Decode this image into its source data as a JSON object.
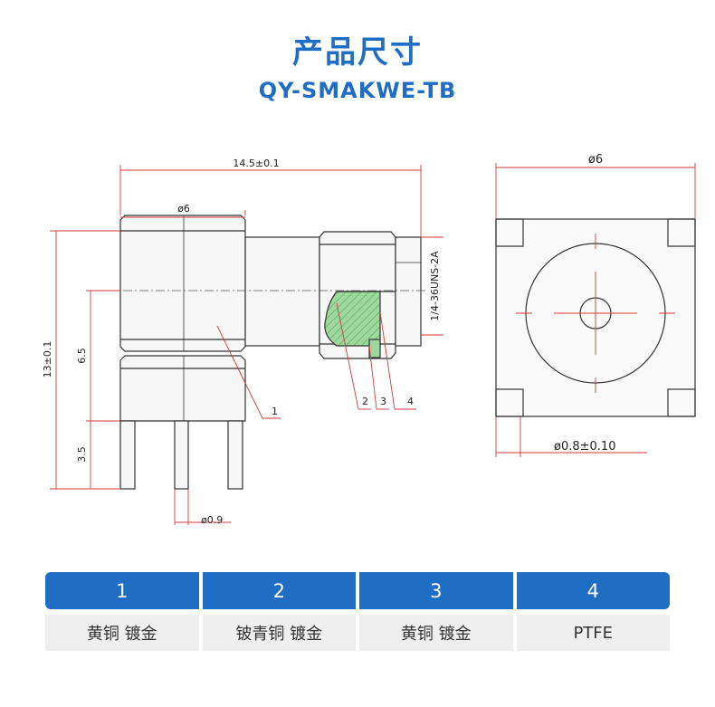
{
  "header": {
    "title": "产品尺寸",
    "model": "QY-SMAKWE-TB"
  },
  "drawing": {
    "side_view": {
      "dim_length": "14.5±0.1",
      "dim_body_diameter": "ø6",
      "dim_height": "13±0.1",
      "dim_center_height": "6.5",
      "dim_pin_length": "3.5",
      "dim_pin_diameter": "ø0.9",
      "thread_spec": "1/4-36UNS-2A",
      "callouts": [
        "1",
        "2",
        "3",
        "4"
      ]
    },
    "bottom_view": {
      "dim_width": "ø6",
      "dim_pin_diameter": "ø0.8±0.10"
    }
  },
  "materials": {
    "headers": [
      "1",
      "2",
      "3",
      "4"
    ],
    "values": [
      "黄铜 镀金",
      "铍青铜 镀金",
      "黄铜 镀金",
      "PTFE"
    ]
  },
  "colors": {
    "accent": "#1f6ec4",
    "dimension_line": "#d33a3a",
    "insulator_fill": "#90d090"
  }
}
